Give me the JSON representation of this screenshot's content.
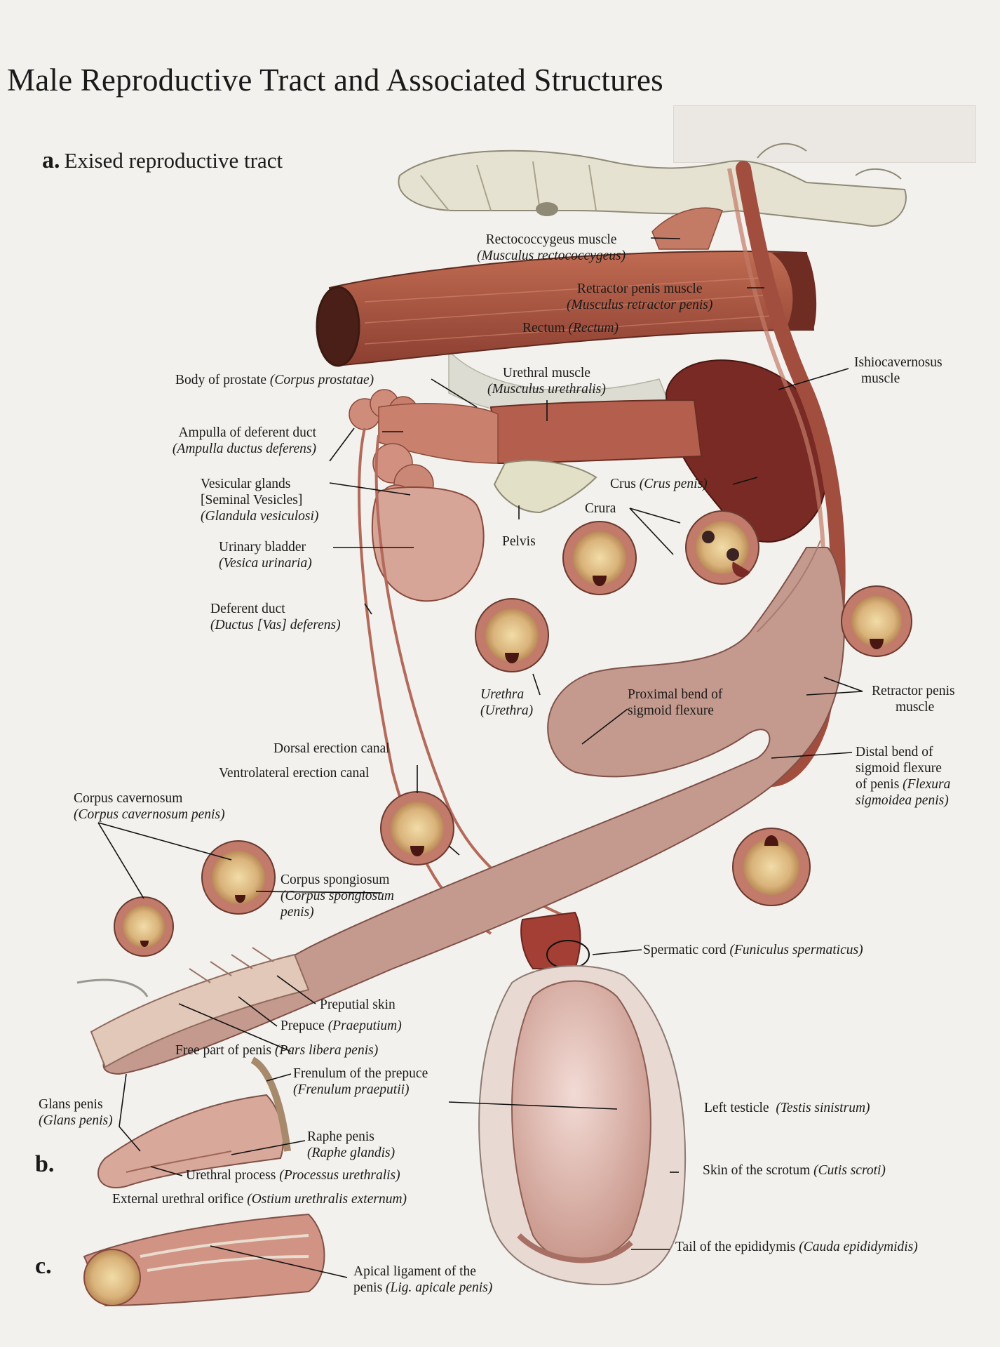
{
  "title": "Male Reproductive Tract and Associated Structures",
  "section_a": {
    "letter": "a.",
    "label": "Exised reproductive tract"
  },
  "section_b": {
    "letter": "b."
  },
  "section_c": {
    "letter": "c."
  },
  "labels": {
    "rectococcygeus": {
      "main": "Rectococcygeus muscle",
      "latin": "(Musculus rectococcygeus)"
    },
    "retractor_top": {
      "main": "Retractor penis muscle",
      "latin": "(Musculus retractor penis)"
    },
    "rectum": {
      "main": "Rectum",
      "latin": "(Rectum)"
    },
    "ishiocavernosus": {
      "line1": "Ishiocavernosus",
      "line2": "muscle"
    },
    "prostate": {
      "main": "Body of prostate",
      "latin": "(Corpus prostatae)"
    },
    "urethral_muscle": {
      "main": "Urethral muscle",
      "latin": "(Musculus urethralis)"
    },
    "ampulla": {
      "main": "Ampulla of deferent duct",
      "latin": "(Ampulla ductus deferens)"
    },
    "vesicular": {
      "line1": "Vesicular glands",
      "line2": "[Seminal Vesicles]",
      "latin": "(Glandula vesiculosi)"
    },
    "crus": {
      "main": "Crus",
      "latin": "(Crus penis)"
    },
    "crura": {
      "main": "Crura"
    },
    "pelvis": {
      "main": "Pelvis"
    },
    "bladder": {
      "main": "Urinary bladder",
      "latin": "(Vesica urinaria)"
    },
    "deferent": {
      "main": "Deferent duct",
      "latin": "(Ductus [Vas] deferens)"
    },
    "urethra": {
      "main": "Urethra",
      "latin": "(Urethra)"
    },
    "proximal_bend": {
      "line1": "Proximal bend of",
      "line2": "sigmoid flexure"
    },
    "retractor_right": {
      "line1": "Retractor penis",
      "line2": "muscle"
    },
    "distal_bend": {
      "line1": "Distal bend of",
      "line2": "sigmoid flexure",
      "line3": "of penis",
      "latin3": "(Flexura",
      "latin4": "sigmoidea penis)"
    },
    "dorsal_canal": {
      "main": "Dorsal erection canal"
    },
    "ventrolateral_canal": {
      "main": "Ventrolateral erection canal"
    },
    "corpus_cavernosum": {
      "main": "Corpus cavernosum",
      "latin": "(Corpus cavernosum penis)"
    },
    "corpus_spongiosum": {
      "main": "Corpus spongiosum",
      "latin1": "(Corpus spongiosum",
      "latin2": "penis)"
    },
    "spermatic_cord": {
      "main": "Spermatic cord",
      "latin": "(Funiculus spermaticus)"
    },
    "preputial_skin": {
      "main": "Preputial skin"
    },
    "prepuce": {
      "main": "Prepuce",
      "latin": "(Praeputium)"
    },
    "free_part": {
      "main": "Free part of penis",
      "latin": "(Pars libera penis)"
    },
    "frenulum": {
      "main": "Frenulum of the prepuce",
      "latin": "(Frenulum praeputii)"
    },
    "glans": {
      "main": "Glans penis",
      "latin": "(Glans penis)"
    },
    "raphe": {
      "main": "Raphe penis",
      "latin": "(Raphe glandis)"
    },
    "urethral_process": {
      "main": "Urethral process",
      "latin": "(Processus urethralis)"
    },
    "external_orifice": {
      "main": "External urethral orifice",
      "latin": "(Ostium urethralis externum)"
    },
    "left_testicle": {
      "main": "Left testicle",
      "latin": "(Testis sinistrum)"
    },
    "scrotum": {
      "main": "Skin of the scrotum",
      "latin": "(Cutis scroti)"
    },
    "epididymis": {
      "main": "Tail of the epididymis",
      "latin": "(Cauda epididymidis)"
    },
    "apical": {
      "line1": "Apical ligament of the",
      "line2": "penis",
      "latin": "(Lig. apicale penis)"
    }
  },
  "colors": {
    "page": "#f3f1ed",
    "muscle": "#a14e3f",
    "dark_muscle": "#7a2a24",
    "penis": "#c49a8e",
    "testis": "#e8c9c2",
    "bone": "#e6e2d2"
  }
}
